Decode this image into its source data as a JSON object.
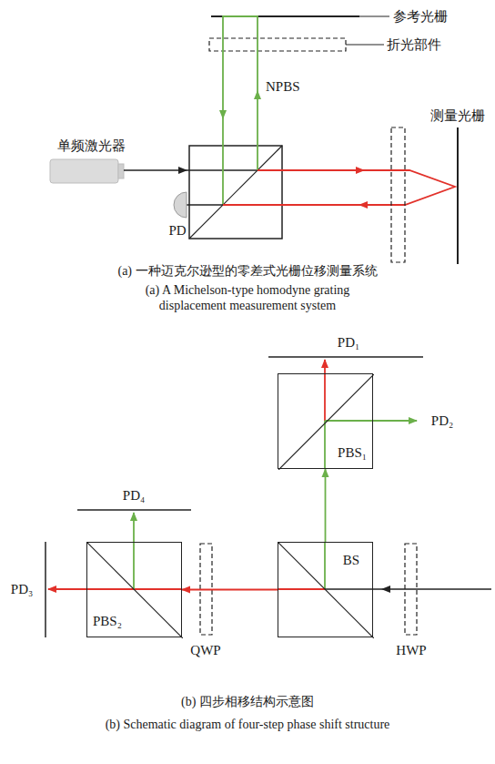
{
  "diagram": {
    "nodes": [
      {
        "text": [
          "PBS₁"
        ]
      },
      {
        "text": [
          "BS"
        ]
      },
      {
        "text": [
          "PBS₂"
        ]
      }
    ],
    "edges": [
      {
        "from": 1,
        "to": 0,
        "arrow": "to"
      },
      {
        "from": 1,
        "to": 2,
        "arrow": "to"
      }
    ],
    "labels": [
      "参考光栅",
      "折光部件",
      "NPBS",
      "测量光栅",
      "单频激光器",
      "PD",
      "(a) 一种迈克尔逊型的零差式光栅位移测量系统",
      "(a) A Michelson-type homodyne grating displacement measurement system",
      "PD₁",
      "PD₂",
      "PD₄",
      "PD₃",
      "QWP",
      "HWP",
      "(b) 四步相移结构示意图",
      "(b) Schematic diagram of four-step phase shift structure"
    ]
  }
}
